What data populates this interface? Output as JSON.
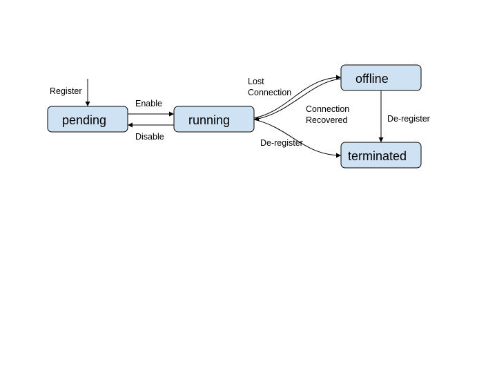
{
  "states": {
    "pending": "pending",
    "running": "running",
    "offline": "offline",
    "terminated": "terminated"
  },
  "transitions": {
    "register": "Register",
    "enable": "Enable",
    "disable": "Disable",
    "lost_connection": [
      "Lost",
      "Connection"
    ],
    "connection_recovered": [
      "Connection",
      "Recovered"
    ],
    "deregister_running": "De-register",
    "deregister_offline": "De-register"
  },
  "colors": {
    "node_fill": "#cfe2f3",
    "stroke": "#000000",
    "background": "#ffffff"
  }
}
